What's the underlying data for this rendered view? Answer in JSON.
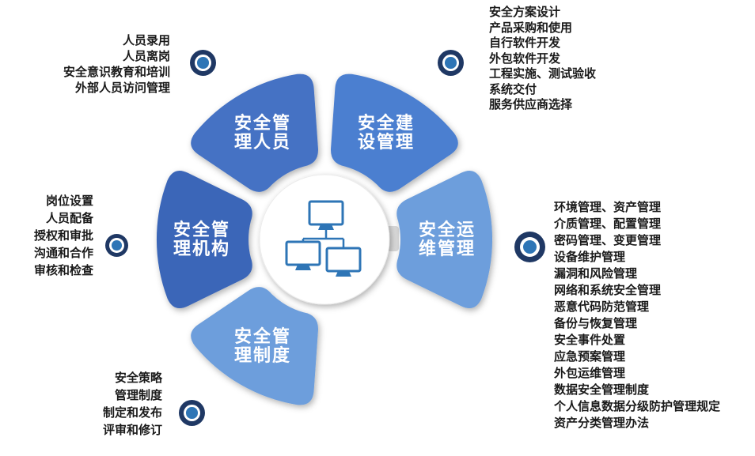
{
  "colors": {
    "petal_text": "#FFFFFF",
    "list_text": "#1A1A1A",
    "donut_outer": "#1F3864",
    "donut_ring": "#FFFFFF",
    "donut_core": "#2E75B6",
    "icon_stroke": "#2E75B6",
    "icon_fill": "#FFFFFF",
    "tab_fill": "#D9D9D9",
    "center_fill": "#FFFFFF",
    "center_stroke": "#ECECEC"
  },
  "petals": [
    {
      "id": "security-personnel",
      "label": "安全管理人员",
      "lines": [
        "安全管",
        "理人员"
      ],
      "color": "#4472C4"
    },
    {
      "id": "security-construction",
      "label": "安全建设管理",
      "lines": [
        "安全建",
        "设管理"
      ],
      "color": "#4C7FD0"
    },
    {
      "id": "security-operations",
      "label": "安全运维管理",
      "lines": [
        "安全运",
        "维管理"
      ],
      "color": "#6D9EDC"
    },
    {
      "id": "security-institution",
      "label": "安全管理制度",
      "lines": [
        "安全管",
        "理制度"
      ],
      "color": "#6D9EDC"
    },
    {
      "id": "security-organization",
      "label": "安全管理机构",
      "lines": [
        "安全管",
        "理机构"
      ],
      "color": "#3A66B8"
    }
  ],
  "center": {
    "icon": "computer-network-icon"
  },
  "groups": {
    "personnel": {
      "items": [
        "人员录用",
        "人员离岗",
        "安全意识教育和培训",
        "外部人员访问管理"
      ]
    },
    "construction": {
      "items": [
        "安全方案设计",
        "产品采购和使用",
        "自行软件开发",
        "外包软件开发",
        "工程实施、测试验收",
        "系统交付",
        "服务供应商选择"
      ]
    },
    "organization": {
      "items": [
        "岗位设置",
        "人员配备",
        "授权和审批",
        "沟通和合作",
        "审核和检查"
      ]
    },
    "operations": {
      "items": [
        "环境管理、资产管理",
        "介质管理、配置管理",
        "密码管理、变更管理",
        "设备维护管理",
        "漏洞和风险管理",
        "网络和系统安全管理",
        "恶意代码防范管理",
        "备份与恢复管理",
        "安全事件处置",
        "应急预案管理",
        "外包运维管理",
        "数据安全管理制度",
        "个人信息数据分级防护管理规定",
        "资产分类管理办法"
      ]
    },
    "institution": {
      "items": [
        "安全策略",
        "管理制度",
        "制定和发布",
        "评审和修订"
      ]
    }
  }
}
